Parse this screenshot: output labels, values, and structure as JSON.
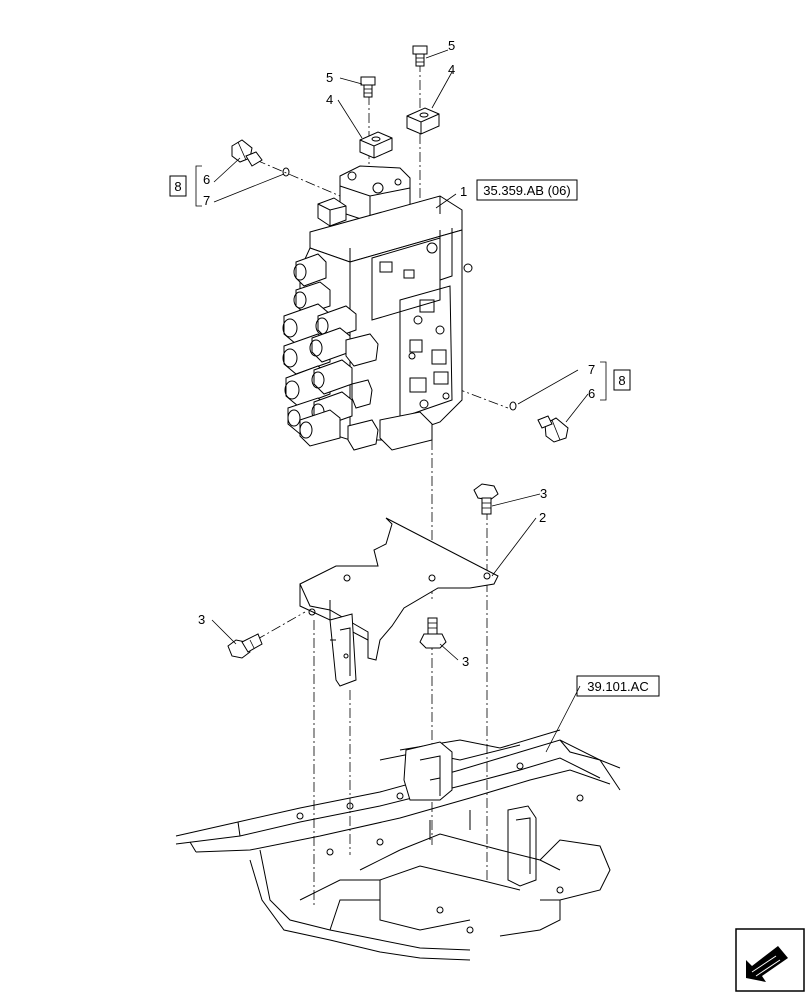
{
  "labels": {
    "control_valve": "1",
    "bracket": "2",
    "bolt_right": "3",
    "bolt_left": "3",
    "bolt_lower": "3",
    "block_right": "4",
    "block_left": "4",
    "screw_right": "5",
    "screw_left": "5",
    "fitting_left": "6",
    "oring_left": "7",
    "fitting_right": "6",
    "oring_right": "7",
    "group_left": "8",
    "group_right": "8"
  },
  "references": {
    "valve_ref": "35.359.AB (06)",
    "frame_ref": "39.101.AC"
  },
  "icons": {
    "navigation": "next-page-arrow-icon"
  }
}
